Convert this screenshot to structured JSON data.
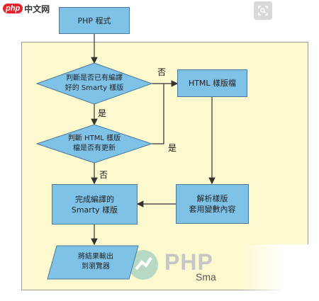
{
  "header": {
    "logo_mark": "php",
    "logo_text": "中文网"
  },
  "diagram": {
    "nodes": {
      "php": "PHP 程式",
      "cond1": "判斷是否已有編譯\n好的  Smarty 樣版",
      "tpl": "HTML 樣版檔",
      "cond2": "判斷 HTML 樣版\n檔是否有更新",
      "compile": "完成編譯的\nSmarty 樣版",
      "parse": "解析樣版\n套用變數內容",
      "output": "將結果輸出\n到瀏覽器"
    },
    "labels": {
      "no1": "否",
      "yes1": "是",
      "yes2": "是",
      "no2": "否"
    }
  },
  "watermark": {
    "brand": "PHP",
    "sub": "Sma"
  }
}
